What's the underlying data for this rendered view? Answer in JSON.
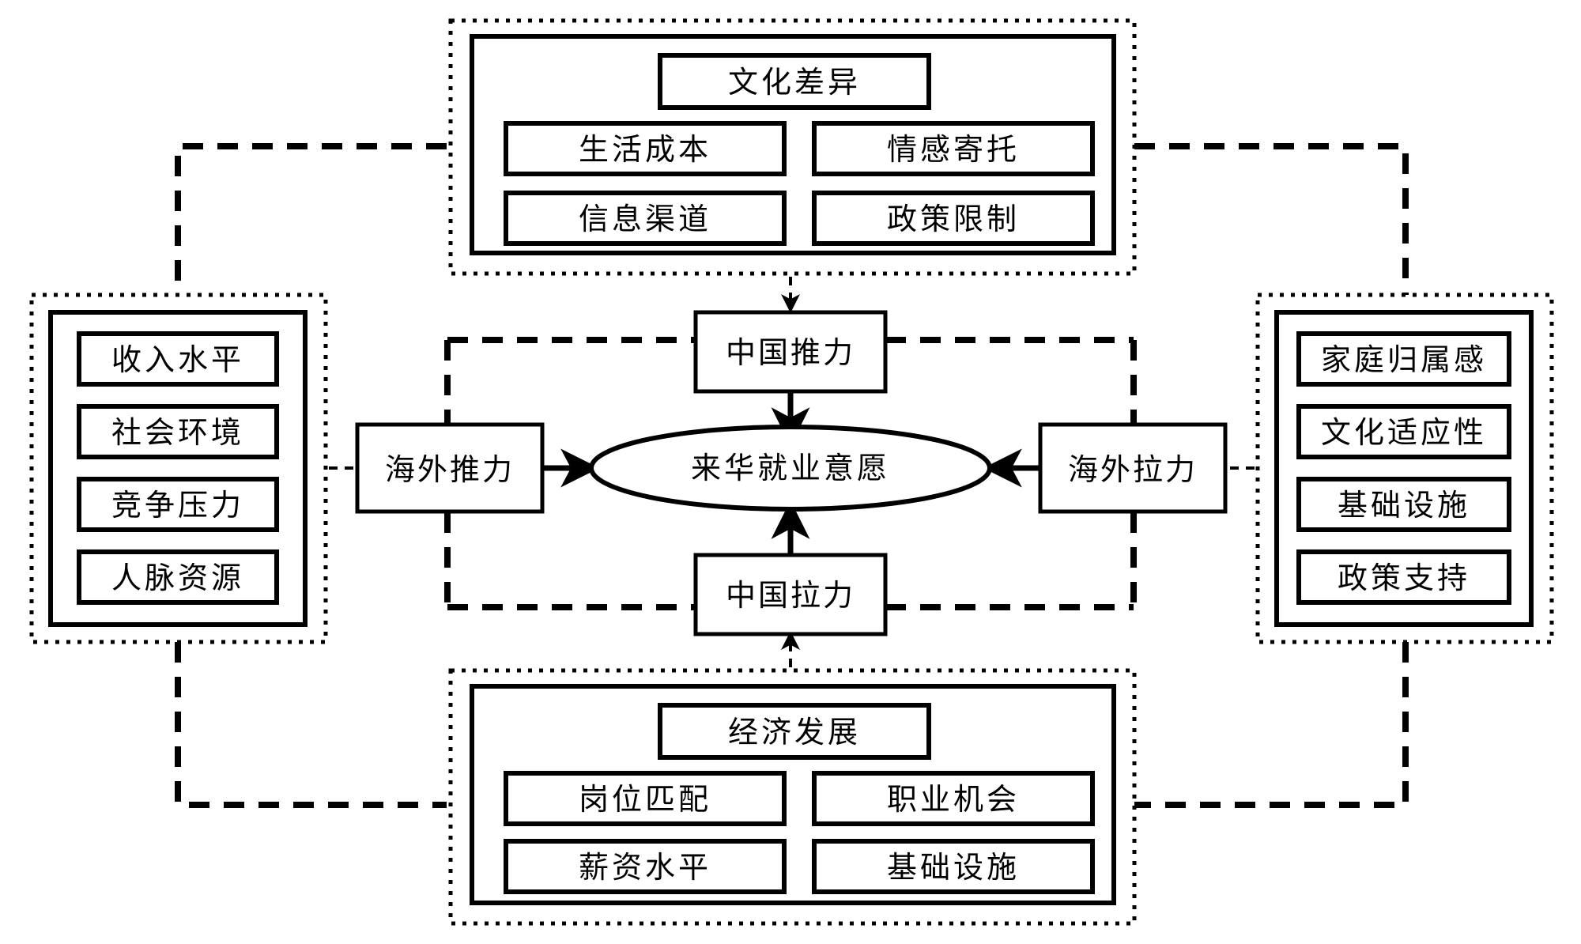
{
  "diagram": {
    "title": "",
    "center_node": {
      "label": "来华就业意愿",
      "shape": "ellipse"
    },
    "core_nodes": [
      {
        "id": "china-push",
        "label": "中国推力"
      },
      {
        "id": "china-pull",
        "label": "中国拉力"
      },
      {
        "id": "overseas-push",
        "label": "海外推力"
      },
      {
        "id": "overseas-pull",
        "label": "海外拉力"
      }
    ],
    "groups": [
      {
        "id": "top-group",
        "position": "top",
        "feeds": "china-push",
        "header_item": {
          "label": "文化差异"
        },
        "items": [
          {
            "label": "生活成本"
          },
          {
            "label": "情感寄托"
          },
          {
            "label": "信息渠道"
          },
          {
            "label": "政策限制"
          }
        ]
      },
      {
        "id": "bottom-group",
        "position": "bottom",
        "feeds": "china-pull",
        "header_item": {
          "label": "经济发展"
        },
        "items": [
          {
            "label": "岗位匹配"
          },
          {
            "label": "职业机会"
          },
          {
            "label": "薪资水平"
          },
          {
            "label": "基础设施"
          }
        ]
      },
      {
        "id": "left-group",
        "position": "left",
        "feeds": "overseas-push",
        "items": [
          {
            "label": "收入水平"
          },
          {
            "label": "社会环境"
          },
          {
            "label": "竞争压力"
          },
          {
            "label": "人脉资源"
          }
        ]
      },
      {
        "id": "right-group",
        "position": "right",
        "feeds": "overseas-pull",
        "items": [
          {
            "label": "家庭归属感"
          },
          {
            "label": "文化适应性"
          },
          {
            "label": "基础设施"
          },
          {
            "label": "政策支持"
          }
        ]
      }
    ],
    "colors": {
      "stroke": "#000000",
      "fill": "#ffffff",
      "background": "#ffffff"
    }
  }
}
